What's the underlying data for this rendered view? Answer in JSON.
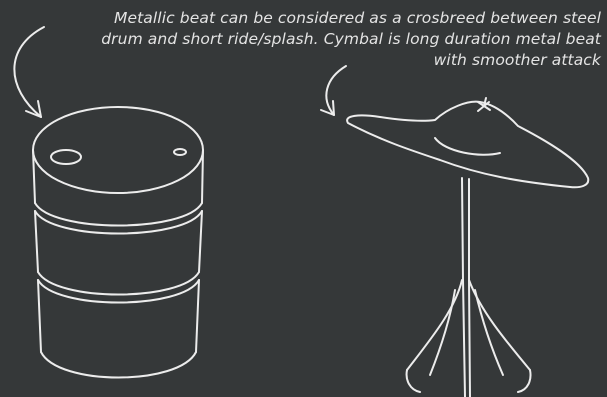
{
  "caption": {
    "line1": "Metallic beat can be considered as a crosbreed between steel",
    "line2": "drum and short ride/splash. Cymbal is long duration metal beat",
    "line3": "with smoother attack"
  },
  "icons": {
    "drum": "steel-drum-barrel-icon",
    "cymbal": "cymbal-on-stand-icon",
    "arrows": "hand-drawn-arrow-icon"
  },
  "colors": {
    "background": "#353839",
    "line_art": "#ececec",
    "text": "#e4e4e4"
  }
}
